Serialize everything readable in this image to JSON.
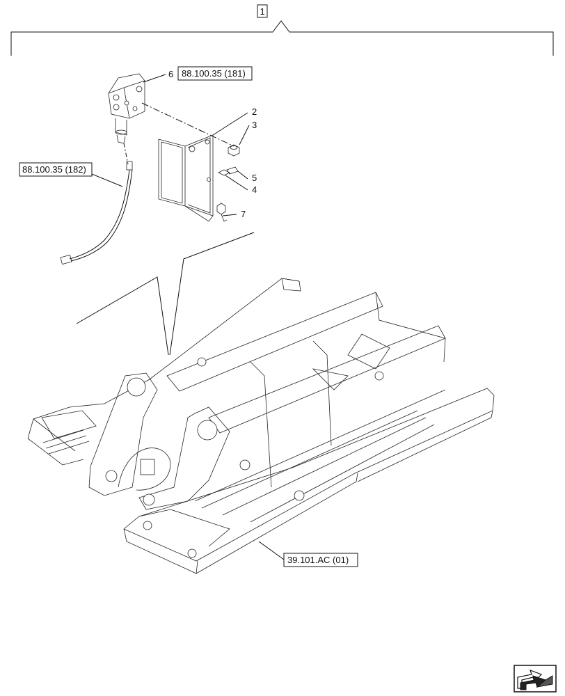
{
  "callouts": {
    "assembly": "1",
    "bracket": "2",
    "nut": "3",
    "washer": "4",
    "screw_small": "5",
    "valve": "6",
    "bolt": "7"
  },
  "references": {
    "valve_ref": "88.100.35 (181)",
    "hose_ref": "88.100.35 (182)",
    "frame_ref": "39.101.AC (01)"
  },
  "icons": {
    "navigation": "next-page-arrow-icon"
  },
  "colors": {
    "line": "#111111",
    "background": "#ffffff",
    "nav_icon_fill": "#222222"
  }
}
